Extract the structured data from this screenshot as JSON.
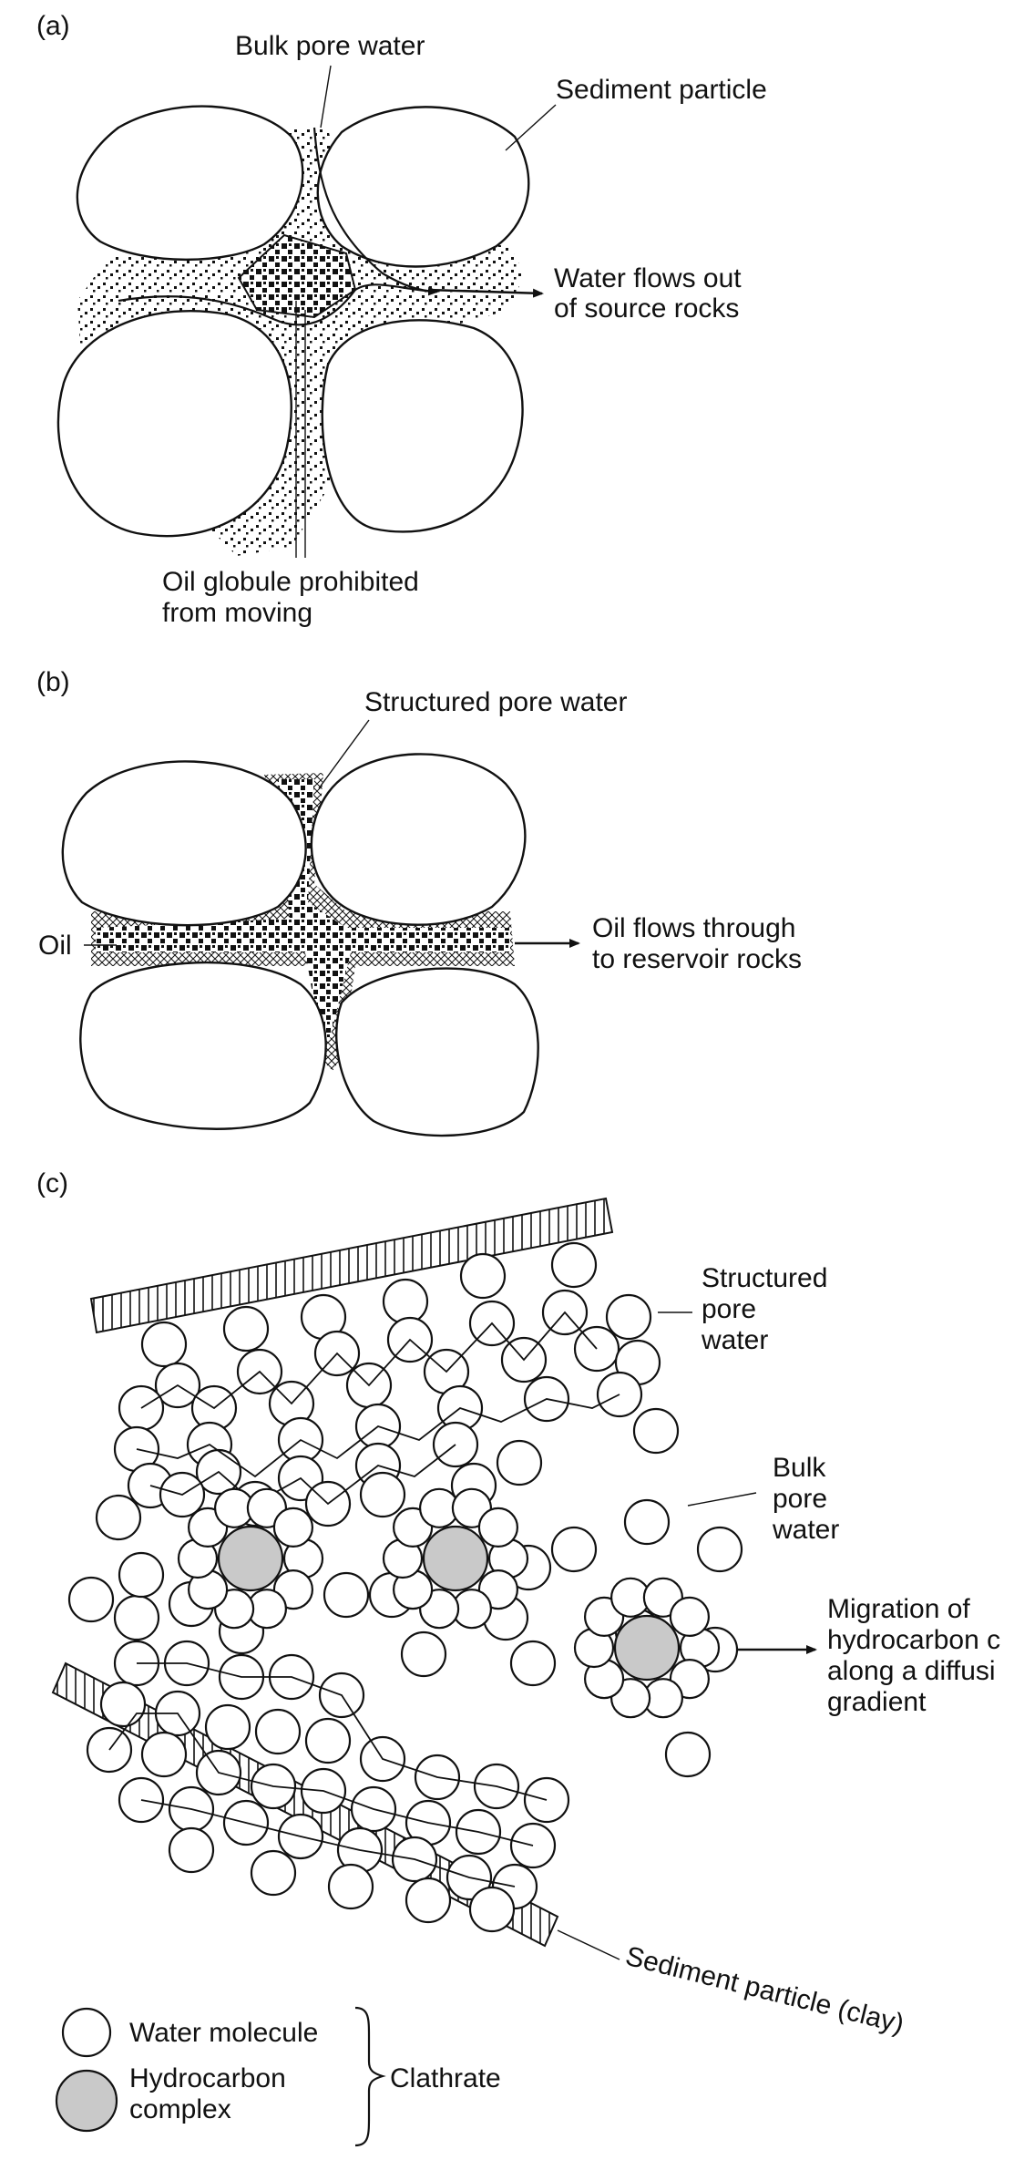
{
  "panel_a": {
    "tag": "(a)",
    "label_bulk_pore_water": "Bulk pore water",
    "label_sediment_particle": "Sediment particle",
    "label_flow_1": "Water flows out",
    "label_flow_2": "of source rocks",
    "label_globule_1": "Oil globule prohibited",
    "label_globule_2": "from moving"
  },
  "panel_b": {
    "tag": "(b)",
    "label_structured": "Structured pore water",
    "label_oil": "Oil",
    "label_flow_1": "Oil flows through",
    "label_flow_2": "to reservoir rocks"
  },
  "panel_c": {
    "tag": "(c)",
    "label_structured_1": "Structured",
    "label_structured_2": "pore",
    "label_structured_3": "water",
    "label_bulk_1": "Bulk",
    "label_bulk_2": "pore",
    "label_bulk_3": "water",
    "label_migration_1": "Migration of",
    "label_migration_2": "hydrocarbon c",
    "label_migration_3": "along a diffusi",
    "label_migration_4": "gradient",
    "label_sediment": "Sediment particle (clay)"
  },
  "legend": {
    "water_molecule": "Water molecule",
    "hydrocarbon_1": "Hydrocarbon",
    "hydrocarbon_2": "complex",
    "clathrate": "Clathrate"
  },
  "colors": {
    "ink": "#111111",
    "hydrocarbon_fill": "#c9c9c9",
    "background": "#ffffff"
  }
}
